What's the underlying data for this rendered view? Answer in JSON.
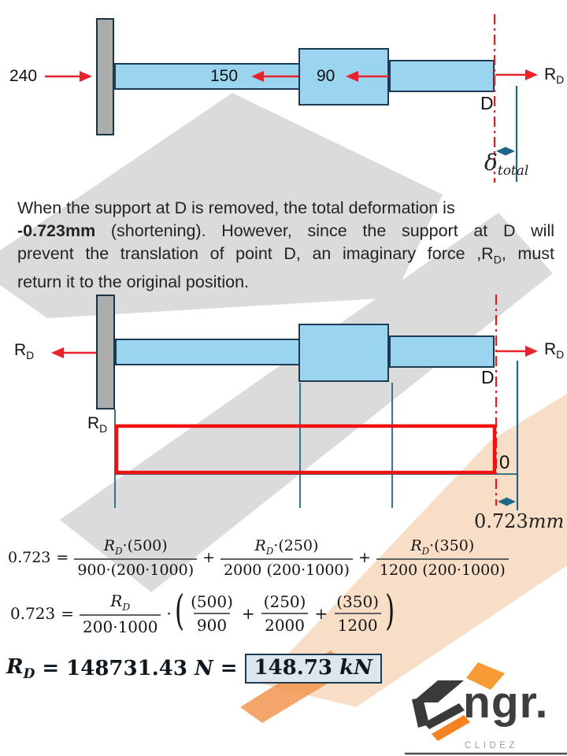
{
  "colors": {
    "bar_fill": "#9bd4ef",
    "bar_border": "#1c3a54",
    "wall_fill": "#acacac",
    "arrow_red": "#e8232b",
    "diagram_red_box": "#f01111",
    "dimension_teal": "#1e6886",
    "watermark_gray": "#dbdbdb",
    "watermark_peach": "#f9dec7",
    "watermark_orange": "#f2954f",
    "logo_orange": "#f58220",
    "logo_dark": "#3a3a3c",
    "result_box_fill": "#dde6ec"
  },
  "diagram1": {
    "force_240": "240",
    "force_150": "150",
    "force_90": "90",
    "reaction_base": "R",
    "reaction_sub": "D",
    "point_label": "D",
    "delta_base": "δ",
    "delta_sub": "total"
  },
  "paragraph": {
    "line1": "When the support at D is removed, the total deformation is",
    "line2_bold": "-0.723mm",
    "line2_rest": " (shortening). However, since the support at D will",
    "line3_pre": "prevent the translation of point D, an imaginary force ,R",
    "line3_sub": "D",
    "line3_post": ", must",
    "line4": "return it to the original position."
  },
  "diagram2": {
    "reaction_left_base": "R",
    "reaction_left_sub": "D",
    "reaction_right_base": "R",
    "reaction_right_sub": "D",
    "force_plot_base": "R",
    "force_plot_sub": "D",
    "point_label": "D",
    "zero_label": "0",
    "dim_value": "0.723",
    "dim_unit": "mm"
  },
  "eq1": {
    "lhs": "0.723",
    "equals": "=",
    "plus1": "+",
    "plus2": "+",
    "t1_num_base": "R",
    "t1_num_sub": "D",
    "t1_num_rest": "·(500)",
    "t1_den": "900·(200·1000)",
    "t2_num_base": "R",
    "t2_num_sub": "D",
    "t2_num_rest": "·(250)",
    "t2_den": "2000 (200·1000)",
    "t3_num_base": "R",
    "t3_num_sub": "D",
    "t3_num_rest": "·(350)",
    "t3_den": "1200 (200·1000)"
  },
  "eq2": {
    "lhs": "0.723",
    "equals": "=",
    "coef_num_base": "R",
    "coef_num_sub": "D",
    "coef_den": "200·1000",
    "dot": "·",
    "lparen": "(",
    "rparen": ")",
    "plus1": "+",
    "plus2": "+",
    "t1_num": "(500)",
    "t1_den": "900",
    "t2_num": "(250)",
    "t2_den": "2000",
    "t3_num": "(350)",
    "t3_den": "1200"
  },
  "result": {
    "lhs_base": "R",
    "lhs_sub": "D",
    "equals1": "=",
    "value_newtons": "148731.43",
    "unit_newtons": "N",
    "equals2": "=",
    "boxed_value": "148.73",
    "boxed_unit": "kN"
  },
  "logo": {
    "brand": "ngr.",
    "subtitle": "CLIDEZ"
  }
}
